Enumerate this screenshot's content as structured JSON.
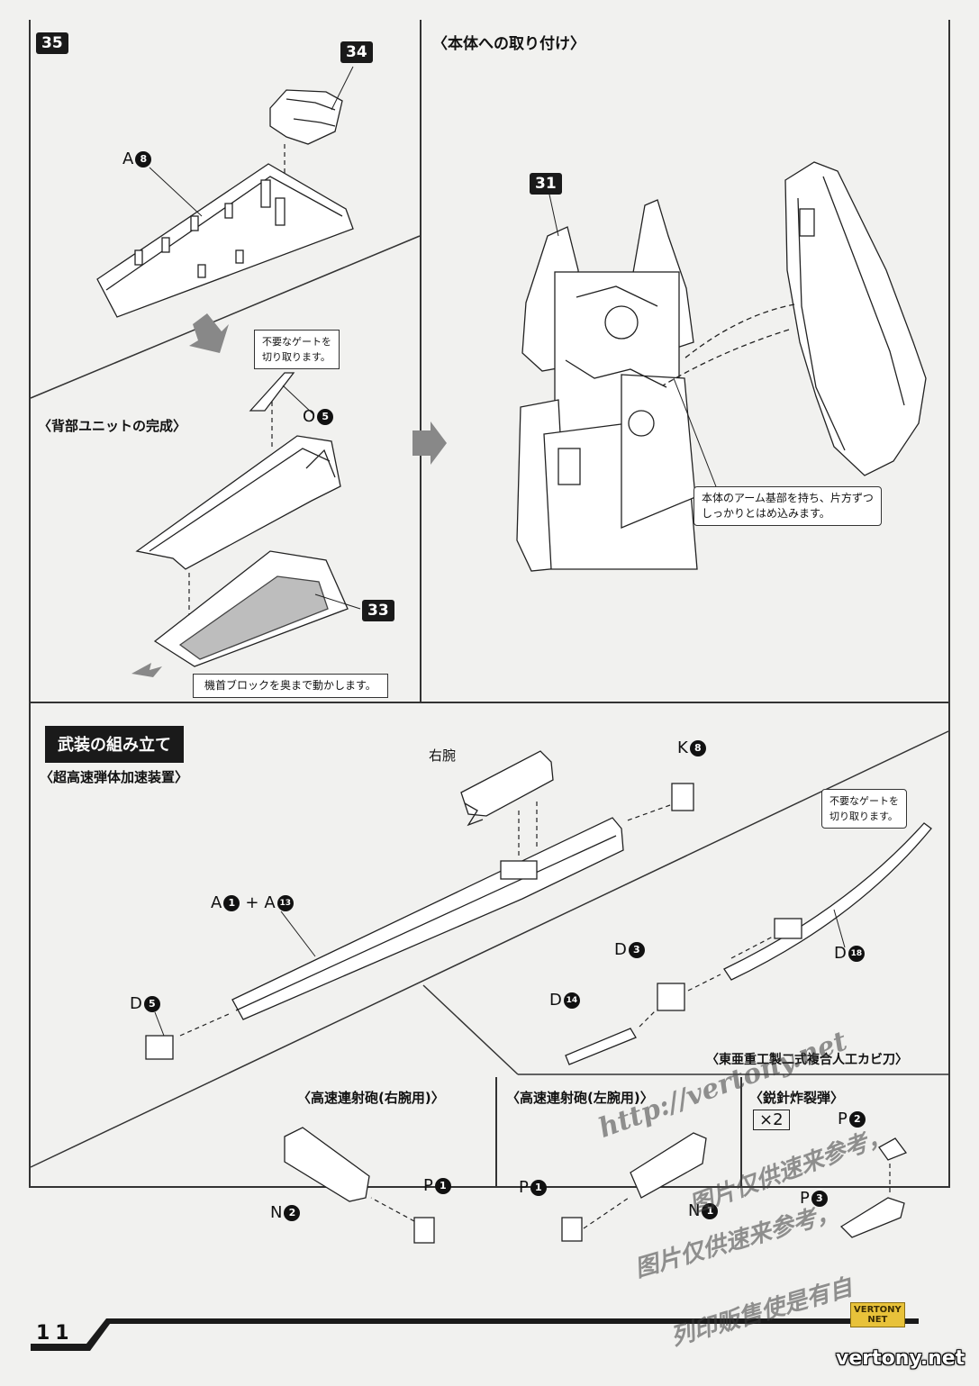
{
  "step35": {
    "step_number": "35",
    "parts": {
      "p34": "34",
      "a8": {
        "letter": "A",
        "num": "8"
      },
      "o5": {
        "letter": "O",
        "num": "5"
      },
      "p33": "33"
    },
    "gate_note": [
      "不要なゲートを",
      "切り取ります。"
    ],
    "heading_back_unit": "〈背部ユニットの完成〉",
    "note_nose_block": "機首ブロックを奥まで動かします。"
  },
  "attach": {
    "heading": "〈本体への取り付け〉",
    "part31": "31",
    "note_arm": [
      "本体のアーム基部を持ち、片方ずつ",
      "しっかりとはめ込みます。"
    ]
  },
  "weapons": {
    "section_title": "武装の組み立て",
    "heading_accelerator": "〈超高速弾体加速装置〉",
    "label_right_arm": "右腕",
    "k8": {
      "letter": "K",
      "num": "8"
    },
    "gate_note": [
      "不要なゲートを",
      "切り取ります。"
    ],
    "a1": {
      "letter": "A",
      "num": "1"
    },
    "plus": "+",
    "a13": {
      "letter": "A",
      "num": "13"
    },
    "d5": {
      "letter": "D",
      "num": "5"
    },
    "d3": {
      "letter": "D",
      "num": "3"
    },
    "d14": {
      "letter": "D",
      "num": "14"
    },
    "d18": {
      "letter": "D",
      "num": "18"
    },
    "heading_sword": "〈東亜重工製二式複合人工カビ刀〉",
    "heading_cannon_right": "〈高速連射砲(右腕用)〉",
    "heading_cannon_left": "〈高速連射砲(左腕用)〉",
    "heading_needle": "〈鋭針炸裂弾〉",
    "n2": {
      "letter": "N",
      "num": "2"
    },
    "p1_right": {
      "letter": "P",
      "num": "1"
    },
    "p1_left": {
      "letter": "P",
      "num": "1"
    },
    "n1": {
      "letter": "N",
      "num": "1"
    },
    "x2": "×2",
    "p2": {
      "letter": "P",
      "num": "2"
    },
    "p3": {
      "letter": "P",
      "num": "3"
    }
  },
  "footer": {
    "page_number": "11",
    "logo_text": [
      "VERTONY",
      "NET"
    ],
    "site": "vertony.net"
  },
  "watermarks": {
    "url": "http://vertony.net",
    "line1": "图片仅供速来参考，",
    "line2": "图片仅供速来参考，",
    "line3": "列印贩售使是有自"
  }
}
